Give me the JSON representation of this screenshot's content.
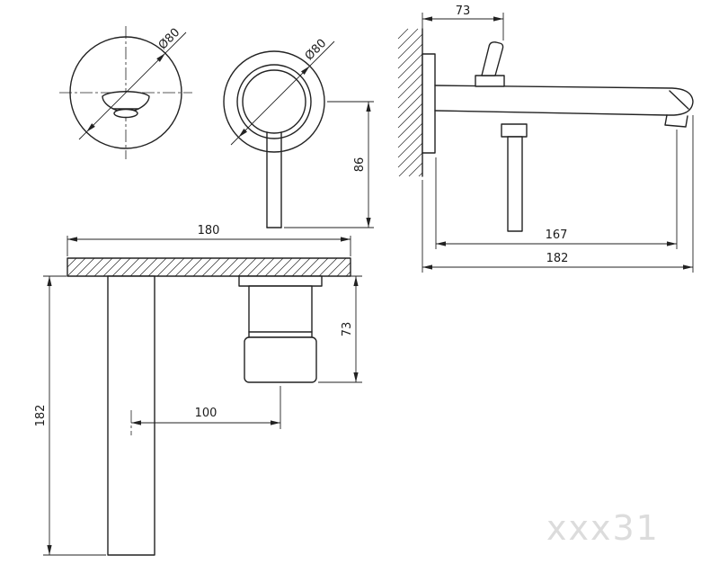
{
  "watermark": "xxx31",
  "dims": {
    "spout_face_diameter": "Ø80",
    "handle_face_diameter": "Ø80",
    "handle_drop": "86",
    "handle_wall_offset": "73",
    "spout_reach": "167",
    "spout_overall": "182",
    "trim_width": "180",
    "spout_plan_length": "182",
    "handle_plan_depth": "73",
    "centers_distance": "100"
  },
  "colors": {
    "line": "#222222",
    "watermark": "#dcdcdc",
    "background": "#ffffff"
  }
}
